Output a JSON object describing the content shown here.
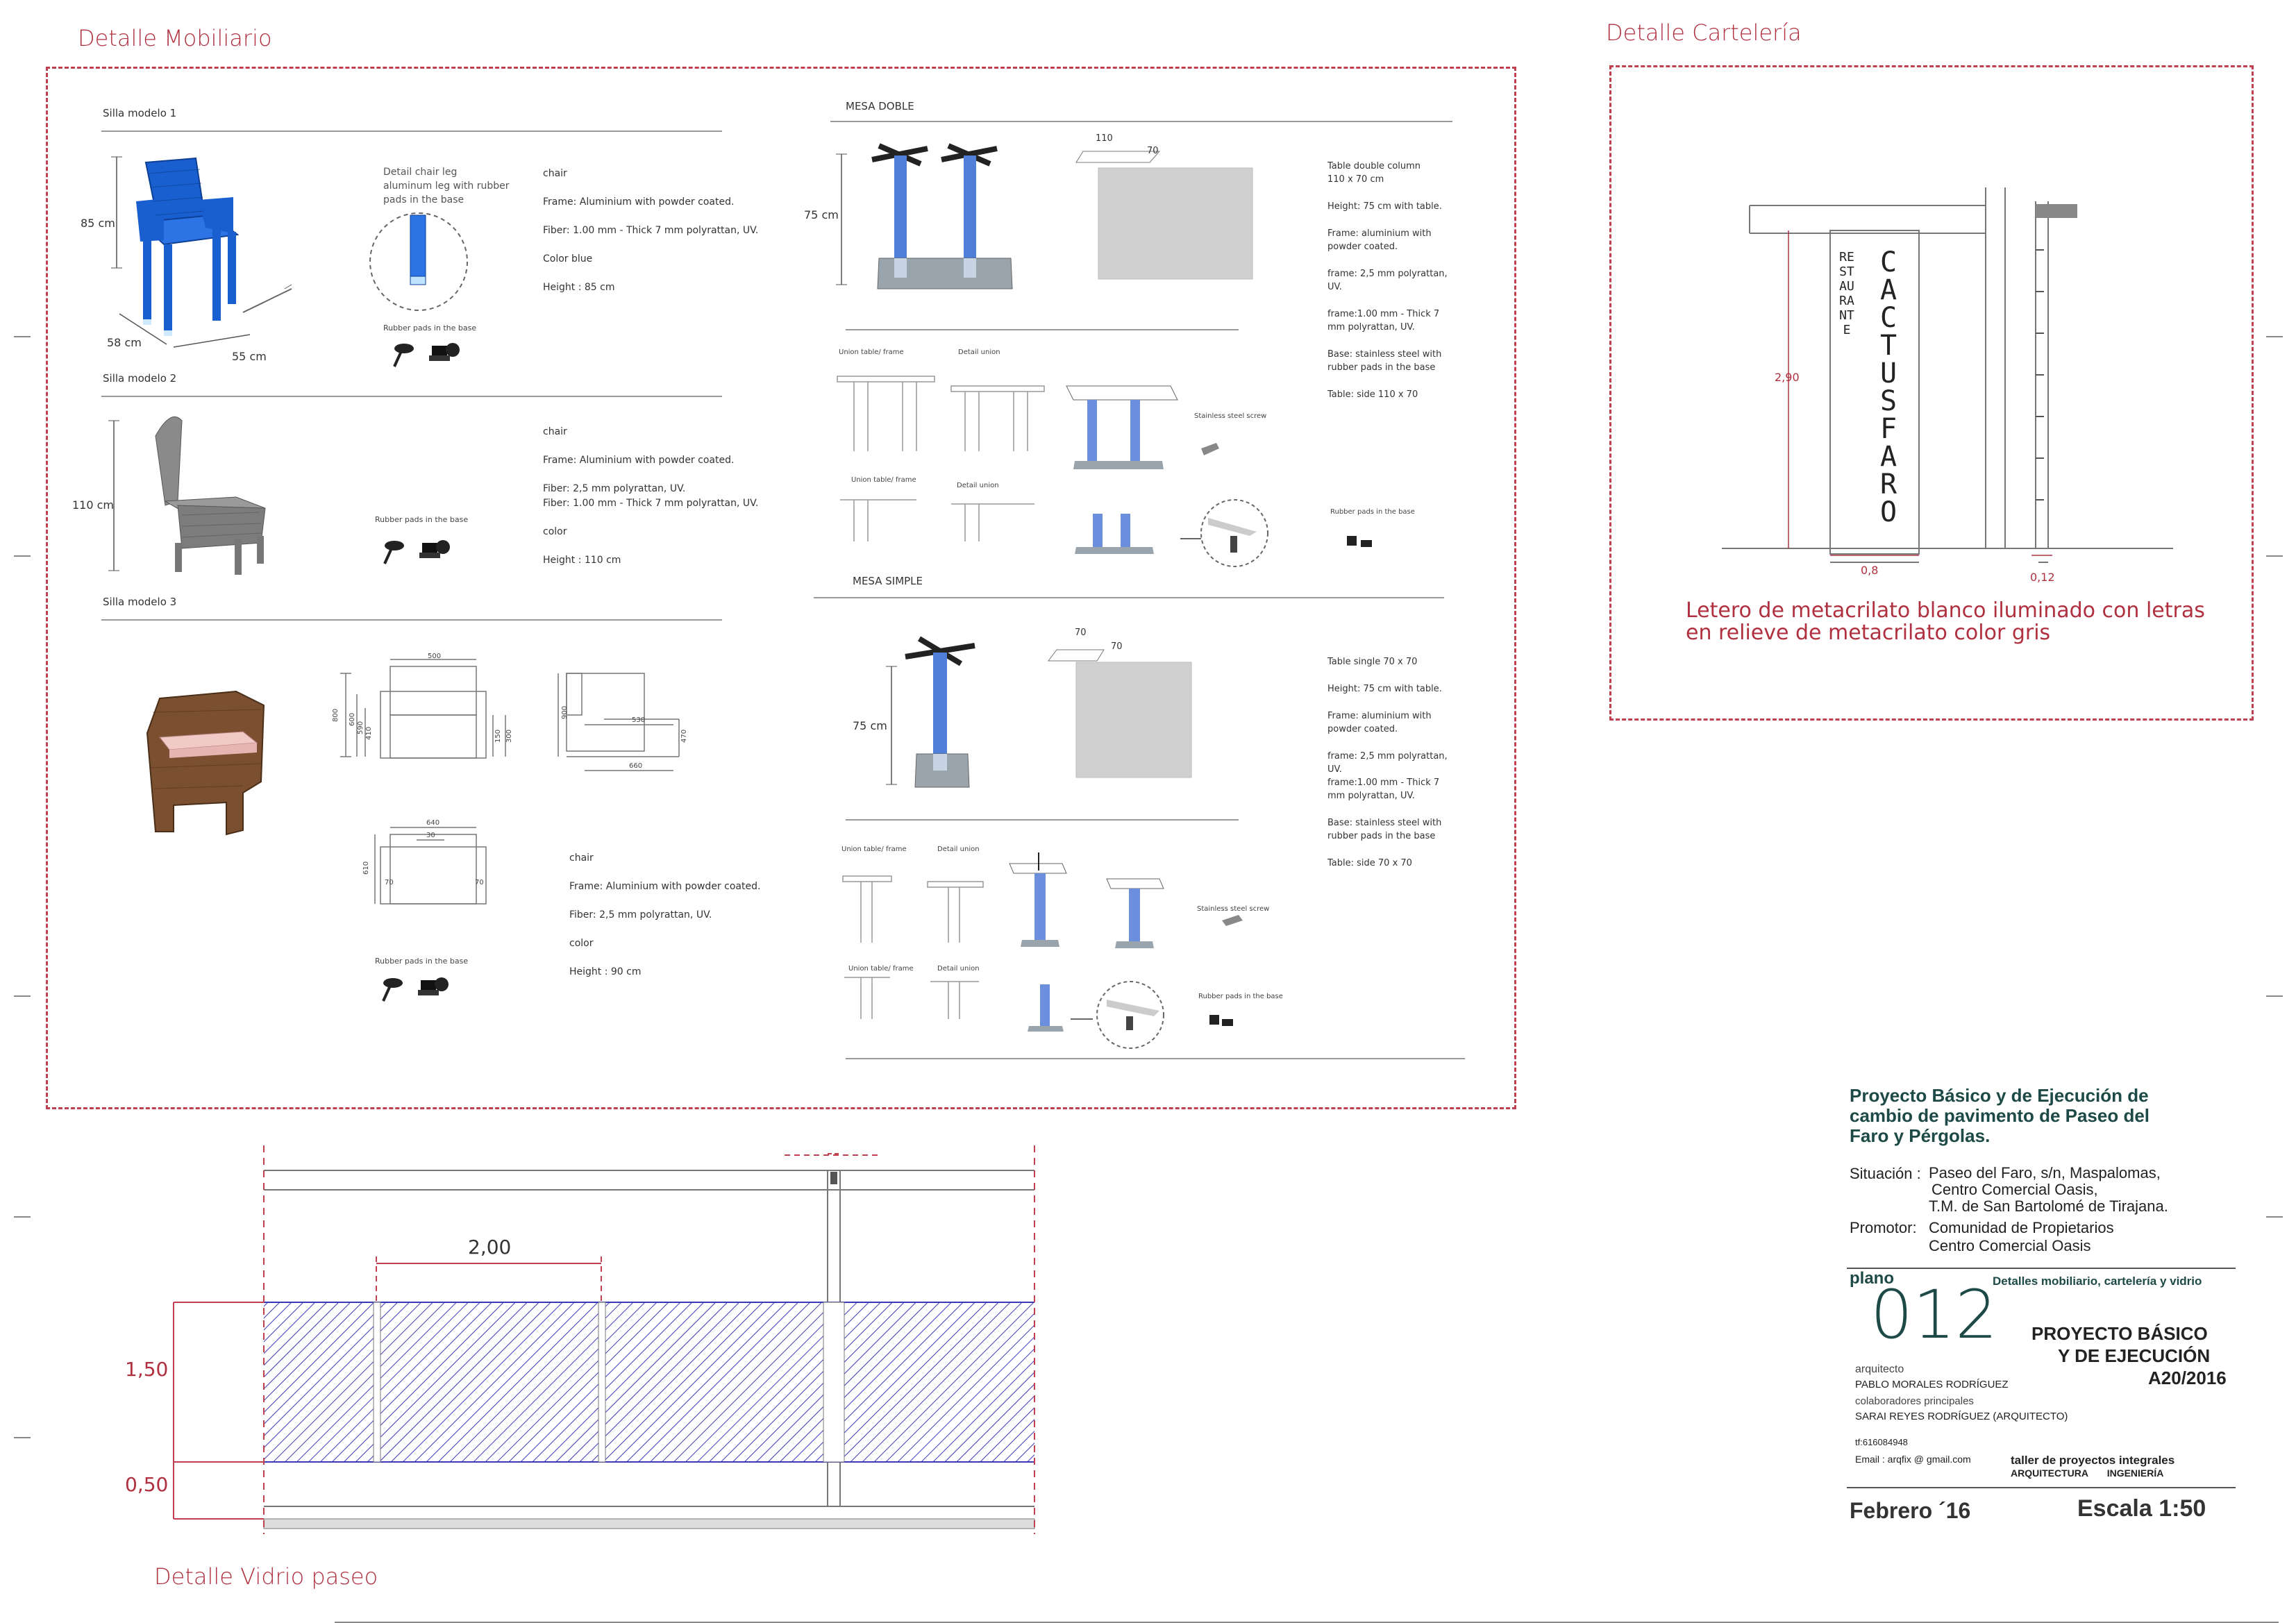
{
  "sections": {
    "mobiliario": "Detalle Mobiliario",
    "carteleria": "Detalle Cartelería",
    "vidrio": "Detalle Vidrio paseo"
  },
  "chairs": {
    "m1": {
      "title": "Silla modelo 1",
      "dims": {
        "h": "85 cm",
        "d": "58 cm",
        "w": "55 cm"
      },
      "leg_note": "Detail chair leg\naluminum leg with rubber\npads in the base",
      "pads": "Rubber pads in the base",
      "spec": [
        "chair",
        "Frame: Aluminium with powder coated.",
        "Fiber: 1.00 mm - Thick 7 mm polyrattan, UV.",
        "Color blue",
        "Height : 85 cm"
      ]
    },
    "m2": {
      "title": "Silla modelo 2",
      "dims": {
        "h": "110 cm"
      },
      "pads": "Rubber pads in the base",
      "spec": [
        "chair",
        "Frame: Aluminium with powder coated.",
        "Fiber: 2,5 mm polyrattan, UV.\nFiber: 1.00 mm - Thick 7 mm polyrattan, UV.",
        "color",
        "Height : 110 cm"
      ]
    },
    "m3": {
      "title": "Silla modelo 3",
      "pads": "Rubber pads in the base",
      "drawing_dims": [
        "500",
        "800",
        "600",
        "590",
        "410",
        "150",
        "300",
        "530",
        "900",
        "470",
        "660",
        "640",
        "30",
        "610",
        "70",
        "70"
      ],
      "spec": [
        "chair",
        "Frame: Aluminium with powder coated.",
        "Fiber: 2,5 mm polyrattan, UV.",
        "color",
        "Height : 90 cm"
      ]
    }
  },
  "mesa_doble": {
    "title": "MESA DOBLE",
    "height": "75 cm",
    "top_dims": [
      "110",
      "70"
    ],
    "labels": [
      "Union table/ frame",
      "Detail union",
      "Union table/ frame",
      "Detail union",
      "Stainless steel screw",
      "Rubber pads in the base"
    ],
    "spec": [
      "Table double column\n110 x 70 cm",
      "Height: 75 cm  with table.",
      "Frame: aluminium with\npowder coated.",
      "frame: 2,5 mm polyrattan,\nUV.",
      "frame:1.00 mm - Thick 7\nmm polyrattan, UV.",
      "Base: stainless steel with\nrubber pads  in the base",
      "Table:  side 110 x 70"
    ]
  },
  "mesa_simple": {
    "title": "MESA SIMPLE",
    "height": "75 cm",
    "top_dims": [
      "70",
      "70"
    ],
    "labels": [
      "Union table/ frame",
      "Detail union",
      "Union table/ frame",
      "Detail union",
      "Stainless steel screw",
      "Rubber pads in the base"
    ],
    "spec": [
      "Table single 70 x 70",
      "Height: 75 cm  with table.",
      "Frame: aluminium with\npowder coated.",
      "frame: 2,5 mm polyrattan,\nUV.\nframe:1.00 mm - Thick 7\nmm polyrattan, UV.",
      "Base: stainless steel with\nrubber pads  in the base",
      "Table:  side 70 x 70"
    ]
  },
  "sign": {
    "vertical_small": "RESTAURANTE",
    "vertical_big": "CACTUS FARO",
    "dim_height": "2,90",
    "dim_width": "0,8",
    "dim_depth": "0,12",
    "caption_1": "Letero de metacrilato blanco iluminado con letras",
    "caption_2": "en relieve de metacrilato color gris"
  },
  "glass": {
    "dim_span": "2,00",
    "dim_glass": "1,50",
    "dim_base": "0,50"
  },
  "title_block": {
    "project_title": "Proyecto Básico y de Ejecución de cambio de pavimento de Paseo del Faro y Pérgolas.",
    "situacion_label": "Situación :",
    "situacion": [
      "Paseo del Faro, s/n, Maspalomas,",
      "Centro Comercial Oasis,",
      "T.M. de San Bartolomé de Tirajana."
    ],
    "promotor_label": "Promotor:",
    "promotor": [
      "Comunidad de Propietarios",
      "Centro Comercial Oasis"
    ],
    "plano_label": "plano",
    "plano_number": "012",
    "plano_desc": "Detalles mobiliario, cartelería y vidrio",
    "type_1": "PROYECTO BÁSICO",
    "type_2": "Y DE EJECUCIÓN",
    "code": "A20/2016",
    "arquitecto_label": "arquitecto",
    "arquitecto": "PABLO MORALES RODRÍGUEZ",
    "colab_label": "colaboradores  principales",
    "colab": "SARAI REYES RODRÍGUEZ (ARQUITECTO)",
    "phone": "tf:616084948",
    "email": "Email : arqfix @ gmail.com",
    "studio_1": "taller de proyectos integrales",
    "studio_2": "ARQUITECTURA       INGENIERÍA",
    "date": "Febrero ´16",
    "scale": "Escala 1:50"
  },
  "colors": {
    "accent": "#b03040",
    "glass_hatch": "#3a3ab8",
    "chair_blue": "#1a5fd0",
    "title_green": "#1d4a46"
  }
}
